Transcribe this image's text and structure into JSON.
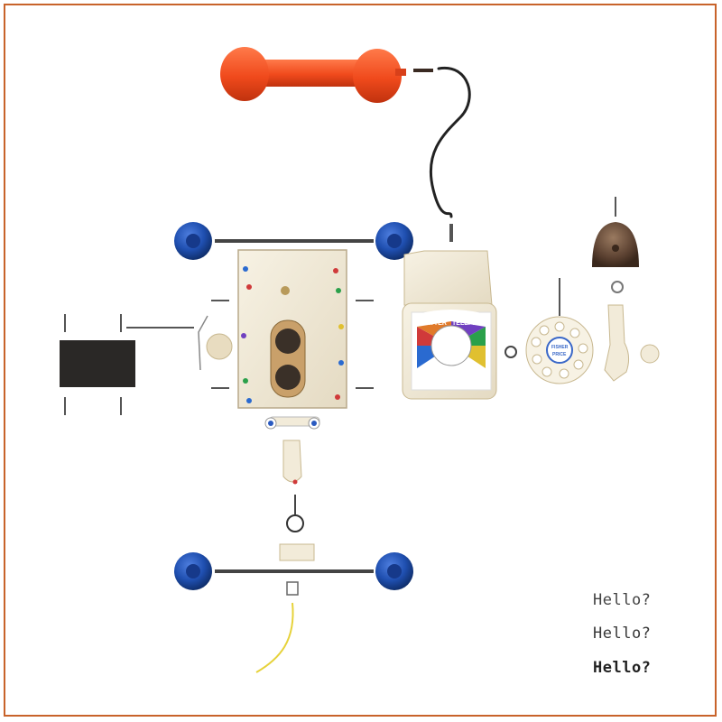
{
  "colors": {
    "frame": "#c8632a",
    "receiver": "#f04a1c",
    "wheel": "#1f4fb0",
    "body": "#f2ebd9",
    "panel": "#2a2826",
    "bell": "#5a4030",
    "cord": "#222222",
    "spring": "#e6d23a"
  },
  "phone_body": {
    "brand_left": "CHATTER",
    "brand_right": "TELEPHONE",
    "dial_brand_top": "FISHER",
    "dial_brand_bottom": "PRICE"
  },
  "captions": [
    "Hello?",
    "Hello?",
    "Hello?"
  ]
}
